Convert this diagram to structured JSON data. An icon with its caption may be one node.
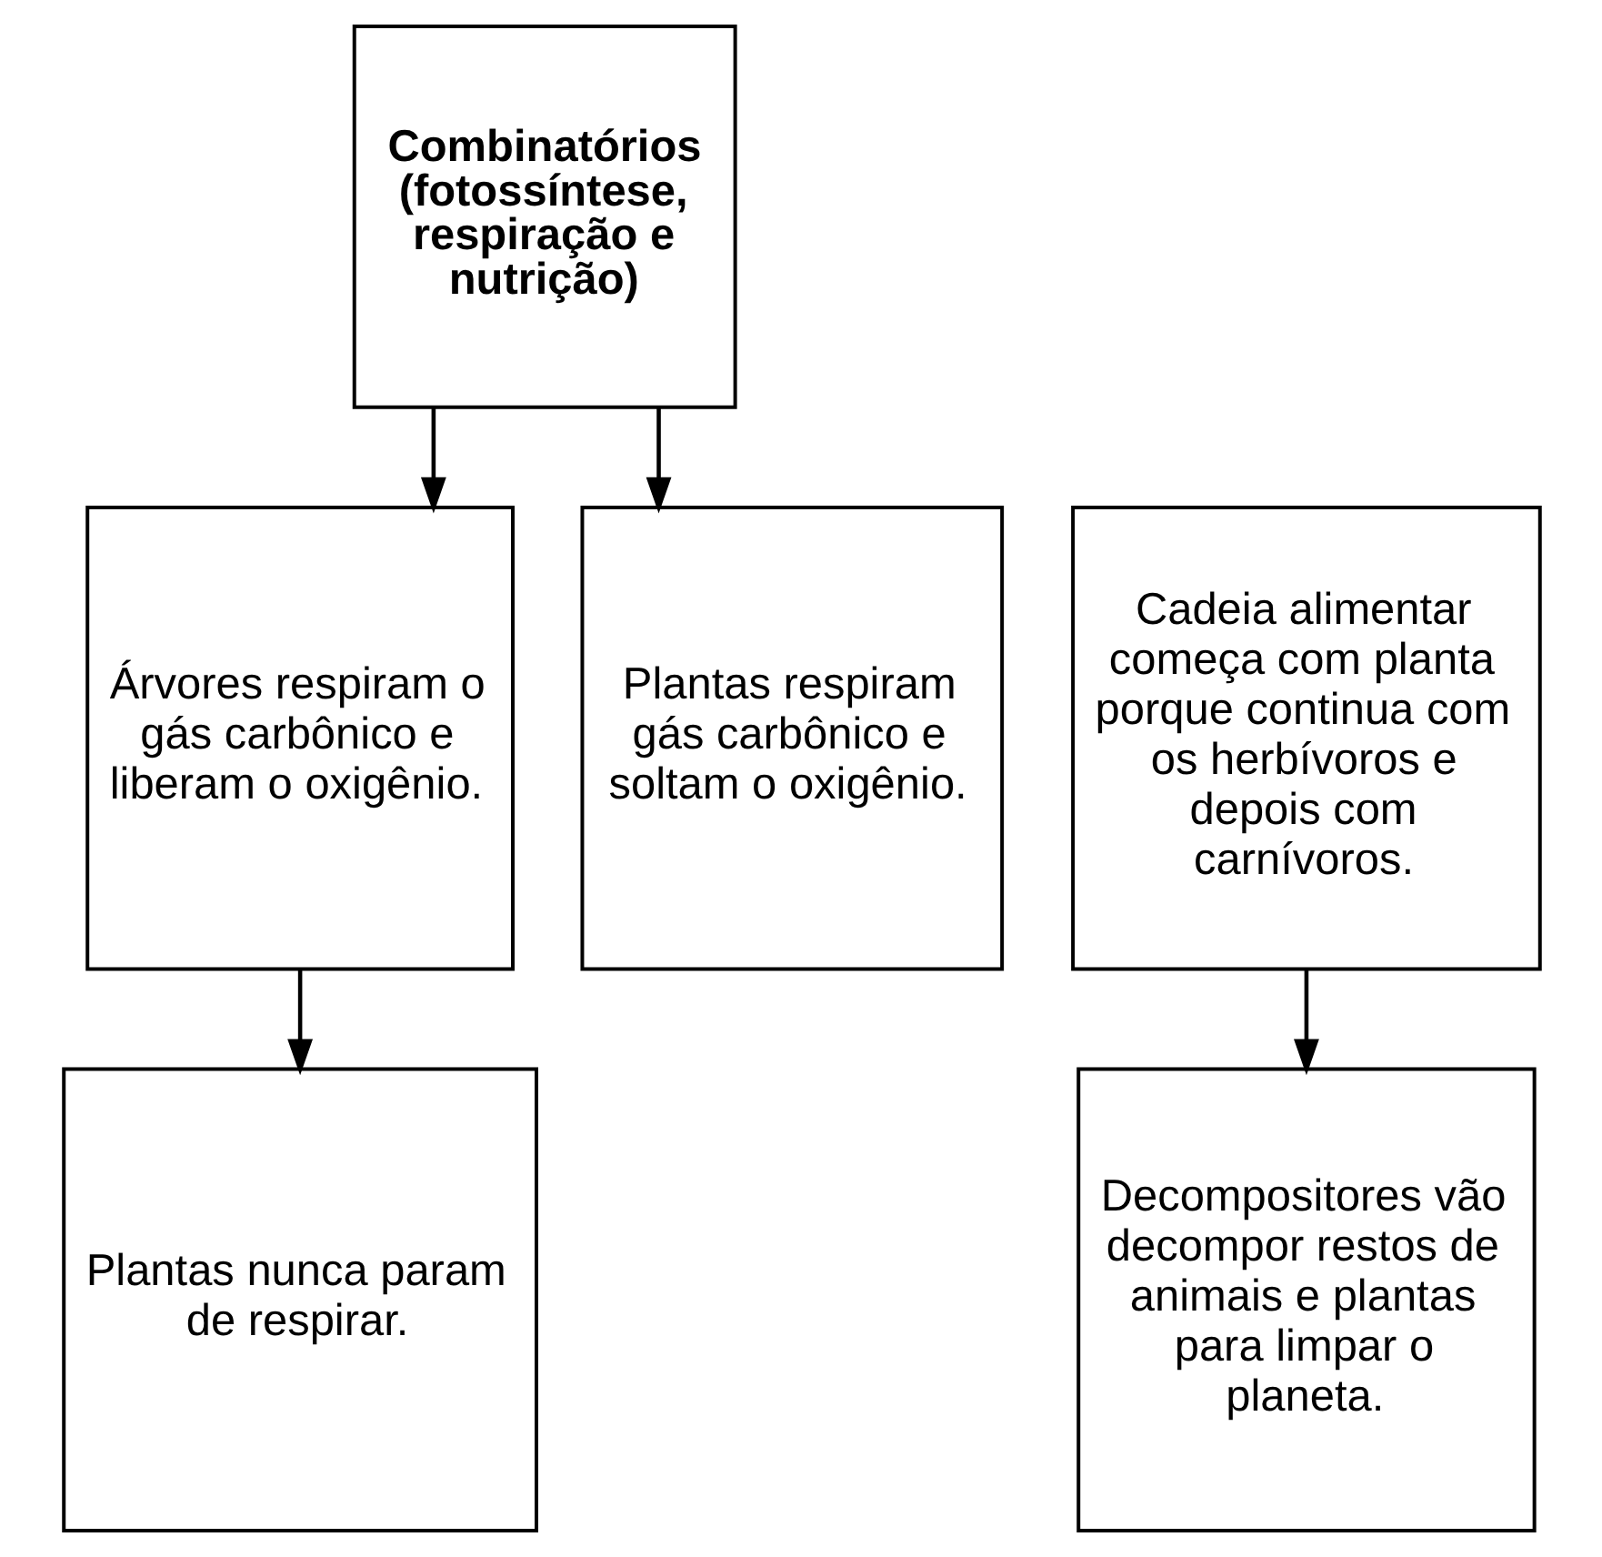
{
  "diagram": {
    "nodes": [
      {
        "text": [
          "Combinatórios (fotossíntese, respiração e nutrição)"
        ]
      },
      {
        "text": [
          "Árvores respiram o gás carbônico e liberam o oxigênio."
        ]
      },
      {
        "text": [
          "Plantas respiram gás carbônico e soltam o oxigênio."
        ]
      },
      {
        "text": [
          "Cadeia alimentar começa com planta porque continua com os herbívoros e depois com carnívoros."
        ]
      },
      {
        "text": [
          "Plantas nunca param de respirar."
        ]
      },
      {
        "text": [
          "Decompositores vão decompor restos de animais e plantas para limpar o planeta."
        ]
      }
    ],
    "edges": [
      {
        "from": 0,
        "to": 1,
        "arrow": "to"
      },
      {
        "from": 0,
        "to": 2,
        "arrow": "to"
      },
      {
        "from": 1,
        "to": 4,
        "arrow": "to"
      },
      {
        "from": 3,
        "to": 5,
        "arrow": "to"
      }
    ]
  }
}
